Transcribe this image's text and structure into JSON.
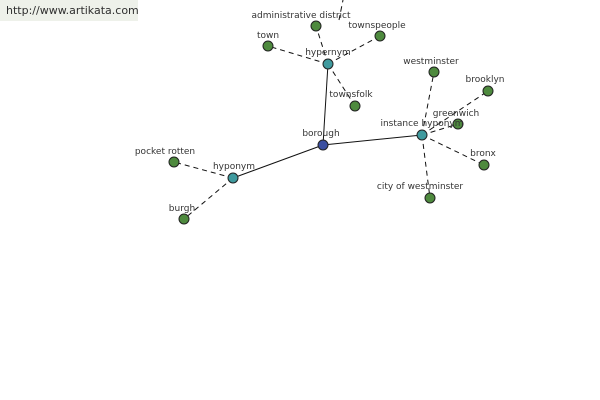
{
  "watermark": {
    "text": "http://www.artikata.com"
  },
  "colors": {
    "root": "#3b4fa0",
    "relation": "#3f9a9e",
    "leaf": "#4e8a3e",
    "edge": "#111111"
  },
  "graph": {
    "root": {
      "id": "borough",
      "label": "borough"
    },
    "relations": [
      {
        "id": "hypernym",
        "label": "hypernym"
      },
      {
        "id": "hyponym",
        "label": "hyponym"
      },
      {
        "id": "instance-hyponym",
        "label": "instance hyponym"
      }
    ],
    "terms": [
      {
        "id": "administrative-district",
        "label": "administrative district",
        "parent": "hypernym"
      },
      {
        "id": "townspeople",
        "label": "townspeople",
        "parent": "hypernym"
      },
      {
        "id": "town",
        "label": "town",
        "parent": "hypernym"
      },
      {
        "id": "townsfolk",
        "label": "townsfolk",
        "parent": "hypernym"
      },
      {
        "id": "pocket-rotten",
        "label": "pocket rotten",
        "parent": "hyponym"
      },
      {
        "id": "burgh",
        "label": "burgh",
        "parent": "hyponym"
      },
      {
        "id": "westminster",
        "label": "westminster",
        "parent": "instance-hyponym"
      },
      {
        "id": "brooklyn",
        "label": "brooklyn",
        "parent": "instance-hyponym"
      },
      {
        "id": "greenwich",
        "label": "greenwich",
        "parent": "instance-hyponym"
      },
      {
        "id": "bronx",
        "label": "bronx",
        "parent": "instance-hyponym"
      },
      {
        "id": "city-of-westminster",
        "label": "city of westminster",
        "parent": "instance-hyponym"
      }
    ]
  }
}
